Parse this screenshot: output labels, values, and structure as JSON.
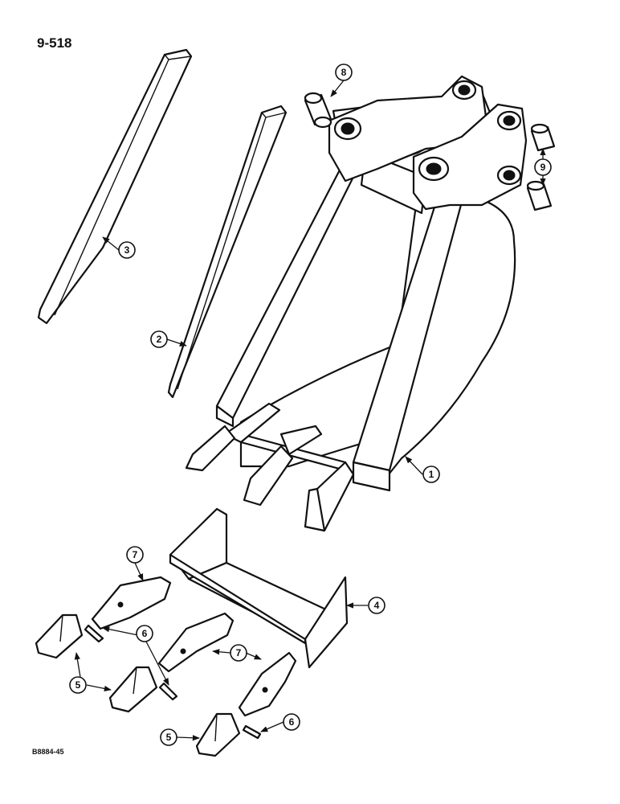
{
  "page_number": "9-518",
  "drawing_number": "B8884-45",
  "callouts": [
    "1",
    "2",
    "3",
    "4",
    "5",
    "5",
    "6",
    "6",
    "7",
    "7",
    "8",
    "9"
  ]
}
